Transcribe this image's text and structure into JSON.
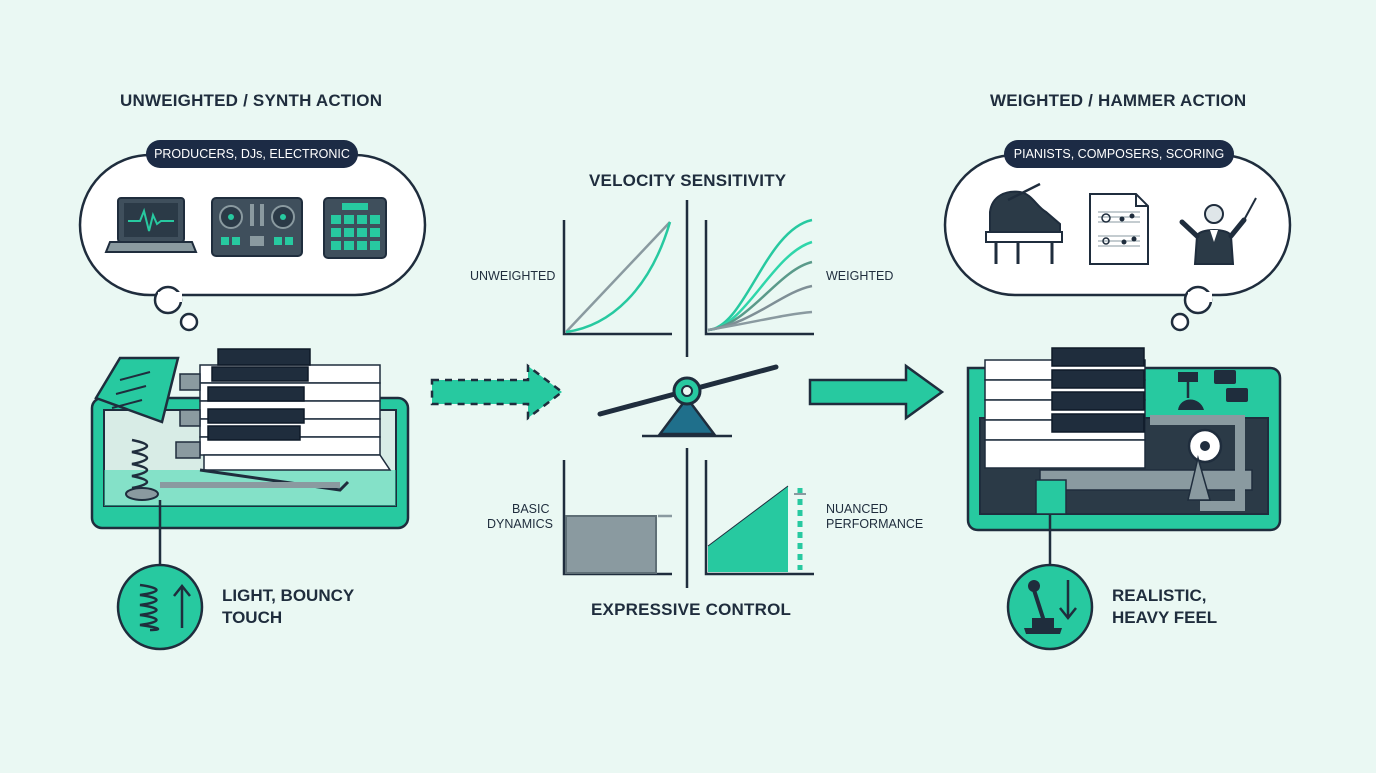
{
  "left": {
    "title": "UNWEIGHTED / SYNTH ACTION",
    "audience": "PRODUCERS, DJs, ELECTRONIC",
    "feel_line1": "LIGHT, BOUNCY",
    "feel_line2": "TOUCH"
  },
  "right": {
    "title": "WEIGHTED / HAMMER ACTION",
    "audience": "PIANISTS, COMPOSERS, SCORING",
    "feel_line1": "REALISTIC,",
    "feel_line2": "HEAVY FEEL"
  },
  "center": {
    "velocity_title": "VELOCITY SENSITIVITY",
    "unweighted_label": "UNWEIGHTED",
    "weighted_label": "WEIGHTED",
    "basic_line1": "BASIC",
    "basic_line2": "DYNAMICS",
    "nuanced_line1": "NUANCED",
    "nuanced_line2": "PERFORMANCE",
    "expressive_title": "EXPRESSIVE CONTROL"
  },
  "colors": {
    "teal": "#27c9a0",
    "navy": "#1f2d3d",
    "gray": "#8a9aa0",
    "background": "#eaf8f3"
  },
  "icons": [
    "laptop-icon",
    "dj-controller-icon",
    "drum-pad-icon",
    "grand-piano-icon",
    "sheet-music-icon",
    "conductor-icon",
    "spring-icon",
    "lever-icon",
    "seesaw-icon"
  ]
}
